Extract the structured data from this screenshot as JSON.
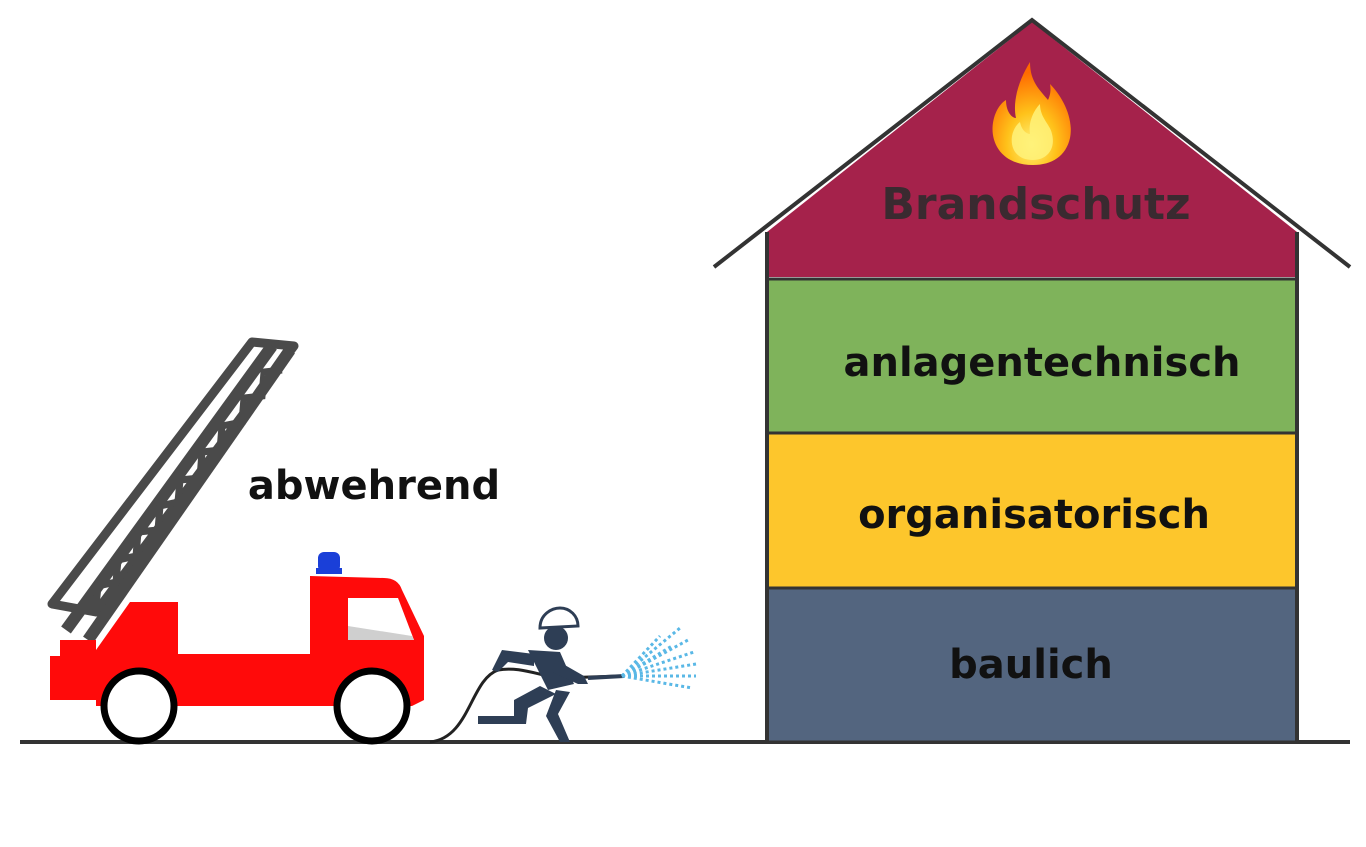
{
  "house": {
    "roof_label": "Brandschutz",
    "floors": [
      {
        "label": "anlagentechnisch",
        "color": "#7fb35b"
      },
      {
        "label": "organisatorisch",
        "color": "#fdc62c"
      },
      {
        "label": "baulich",
        "color": "#53657f"
      }
    ],
    "roof_color": "#a5224b",
    "outline_color": "#333333"
  },
  "left_label": "abwehrend",
  "colors": {
    "truck": "#ff0a0a",
    "ladder": "#4a4a4a",
    "beacon": "#1a3fd8",
    "firefighter": "#2e3e55",
    "water": "#5ab8e6",
    "ground": "#333333"
  },
  "icons": [
    "fire-truck-icon",
    "firefighter-icon",
    "flame-icon",
    "water-spray-icon"
  ]
}
